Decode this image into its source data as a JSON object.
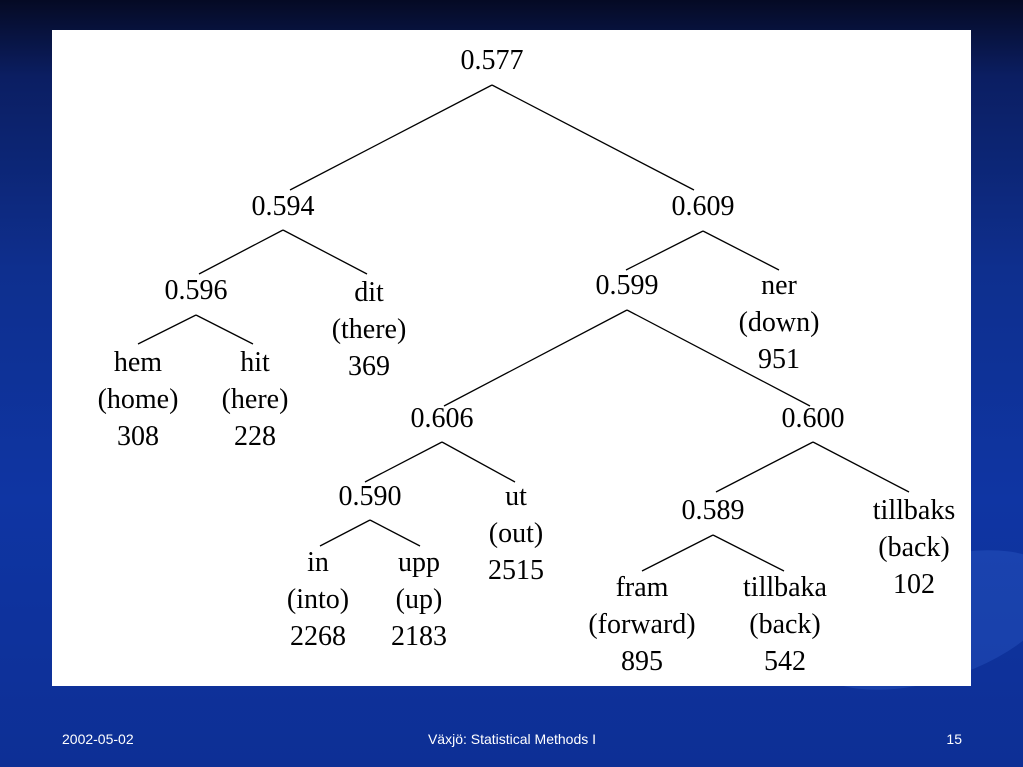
{
  "slide": {
    "footer": {
      "date": "2002-05-02",
      "title": "Växjö: Statistical Methods I",
      "page_number": "15"
    }
  },
  "tree": {
    "root": "0.577",
    "left": "0.594",
    "right": "0.609",
    "left_left": "0.596",
    "dit": {
      "word": "dit",
      "gloss": "(there)",
      "count": "369"
    },
    "hem": {
      "word": "hem",
      "gloss": "(home)",
      "count": "308"
    },
    "hit": {
      "word": "hit",
      "gloss": "(here)",
      "count": "228"
    },
    "right_left": "0.599",
    "ner": {
      "word": "ner",
      "gloss": "(down)",
      "count": "951"
    },
    "n606": "0.606",
    "n600": "0.600",
    "n590": "0.590",
    "ut": {
      "word": "ut",
      "gloss": "(out)",
      "count": "2515"
    },
    "in": {
      "word": "in",
      "gloss": "(into)",
      "count": "2268"
    },
    "upp": {
      "word": "upp",
      "gloss": "(up)",
      "count": "2183"
    },
    "n589": "0.589",
    "tillbaks": {
      "word": "tillbaks",
      "gloss": "(back)",
      "count": "102"
    },
    "fram": {
      "word": "fram",
      "gloss": "(forward)",
      "count": "895"
    },
    "tillbaka": {
      "word": "tillbaka",
      "gloss": "(back)",
      "count": "542"
    }
  }
}
